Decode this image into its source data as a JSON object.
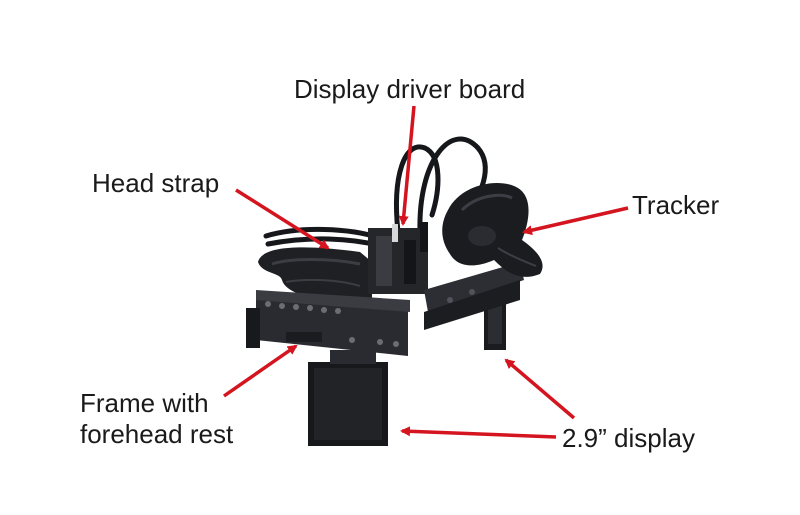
{
  "labels": {
    "display_driver_board": "Display driver board",
    "head_strap": "Head strap",
    "tracker": "Tracker",
    "frame_line1": "Frame with",
    "frame_line2": "forehead rest",
    "display": "2.9” display"
  },
  "colors": {
    "arrow": "#d4141f",
    "device_dark": "#1e1f22",
    "device_mid": "#2e3035",
    "device_highlight": "#4a4d55",
    "brass": "#c9a448",
    "green_part": "#3f8a3a",
    "text": "#1a1a1a"
  }
}
